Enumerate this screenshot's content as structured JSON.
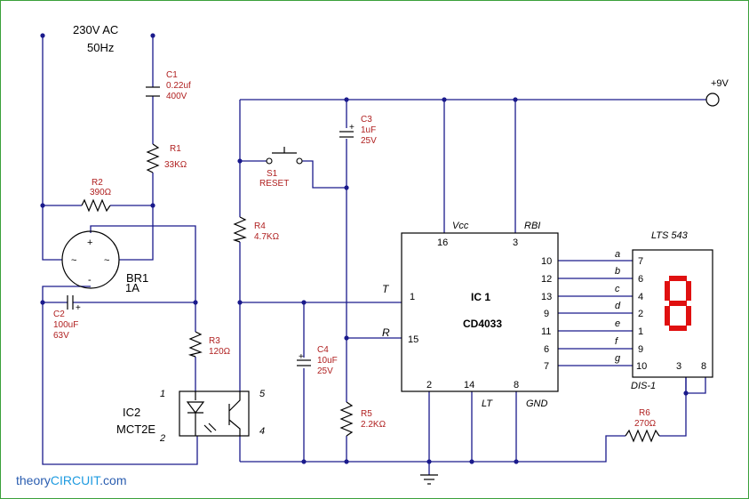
{
  "title": {
    "ac_line1": "230V AC",
    "ac_line2": "50Hz"
  },
  "supply": {
    "label": "+9V"
  },
  "components": {
    "c1": {
      "name": "C1",
      "value1": "0.22uf",
      "value2": "400V"
    },
    "r1": {
      "name": "R1",
      "value": "33KΩ"
    },
    "r2": {
      "name": "R2",
      "value": "390Ω"
    },
    "c3": {
      "name": "C3",
      "value1": "1uF",
      "value2": "25V"
    },
    "s1": {
      "name": "S1",
      "value": "RESET"
    },
    "r4": {
      "name": "R4",
      "value": "4.7KΩ"
    },
    "br1": {
      "name": "BR1",
      "value": "1A"
    },
    "c2": {
      "name": "C2",
      "value1": "100uF",
      "value2": "63V"
    },
    "r3": {
      "name": "R3",
      "value": "120Ω"
    },
    "ic2": {
      "name": "IC2",
      "part": "MCT2E",
      "pin1": "1",
      "pin2": "2",
      "pin5": "5",
      "pin4": "4"
    },
    "c4": {
      "name": "C4",
      "value1": "10uF",
      "value2": "25V"
    },
    "r5": {
      "name": "R5",
      "value": "2.2KΩ"
    },
    "r6": {
      "name": "R6",
      "value": "270Ω"
    }
  },
  "ic1": {
    "name": "IC 1",
    "part": "CD4033",
    "vcc_label": "Vcc",
    "rbi_label": "RBI",
    "lt_label": "LT",
    "gnd_label": "GND",
    "t_label": "T",
    "r_label": "R",
    "pins": {
      "p16": "16",
      "p3": "3",
      "p1": "1",
      "p15": "15",
      "p2": "2",
      "p14": "14",
      "p8": "8"
    },
    "outputs": [
      {
        "pin": "10",
        "seg": "a",
        "disp": "7"
      },
      {
        "pin": "12",
        "seg": "b",
        "disp": "6"
      },
      {
        "pin": "13",
        "seg": "c",
        "disp": "4"
      },
      {
        "pin": "9",
        "seg": "d",
        "disp": "2"
      },
      {
        "pin": "11",
        "seg": "e",
        "disp": "1"
      },
      {
        "pin": "6",
        "seg": "f",
        "disp": "9"
      },
      {
        "pin": "7",
        "seg": "g",
        "disp": "10"
      }
    ]
  },
  "display": {
    "part": "LTS 543",
    "name": "DIS-1",
    "pin3": "3",
    "pin8": "8",
    "digit_color": "#e01010"
  },
  "branding": {
    "prefix": "theory",
    "middle": "CIRCUIT",
    "suffix": ".com",
    "prefix_color": "#2a5db0",
    "middle_color": "#1e9be0"
  },
  "colors": {
    "wire": "#1a1a8c",
    "values": "#b02020",
    "frame": "#3aa03a"
  }
}
